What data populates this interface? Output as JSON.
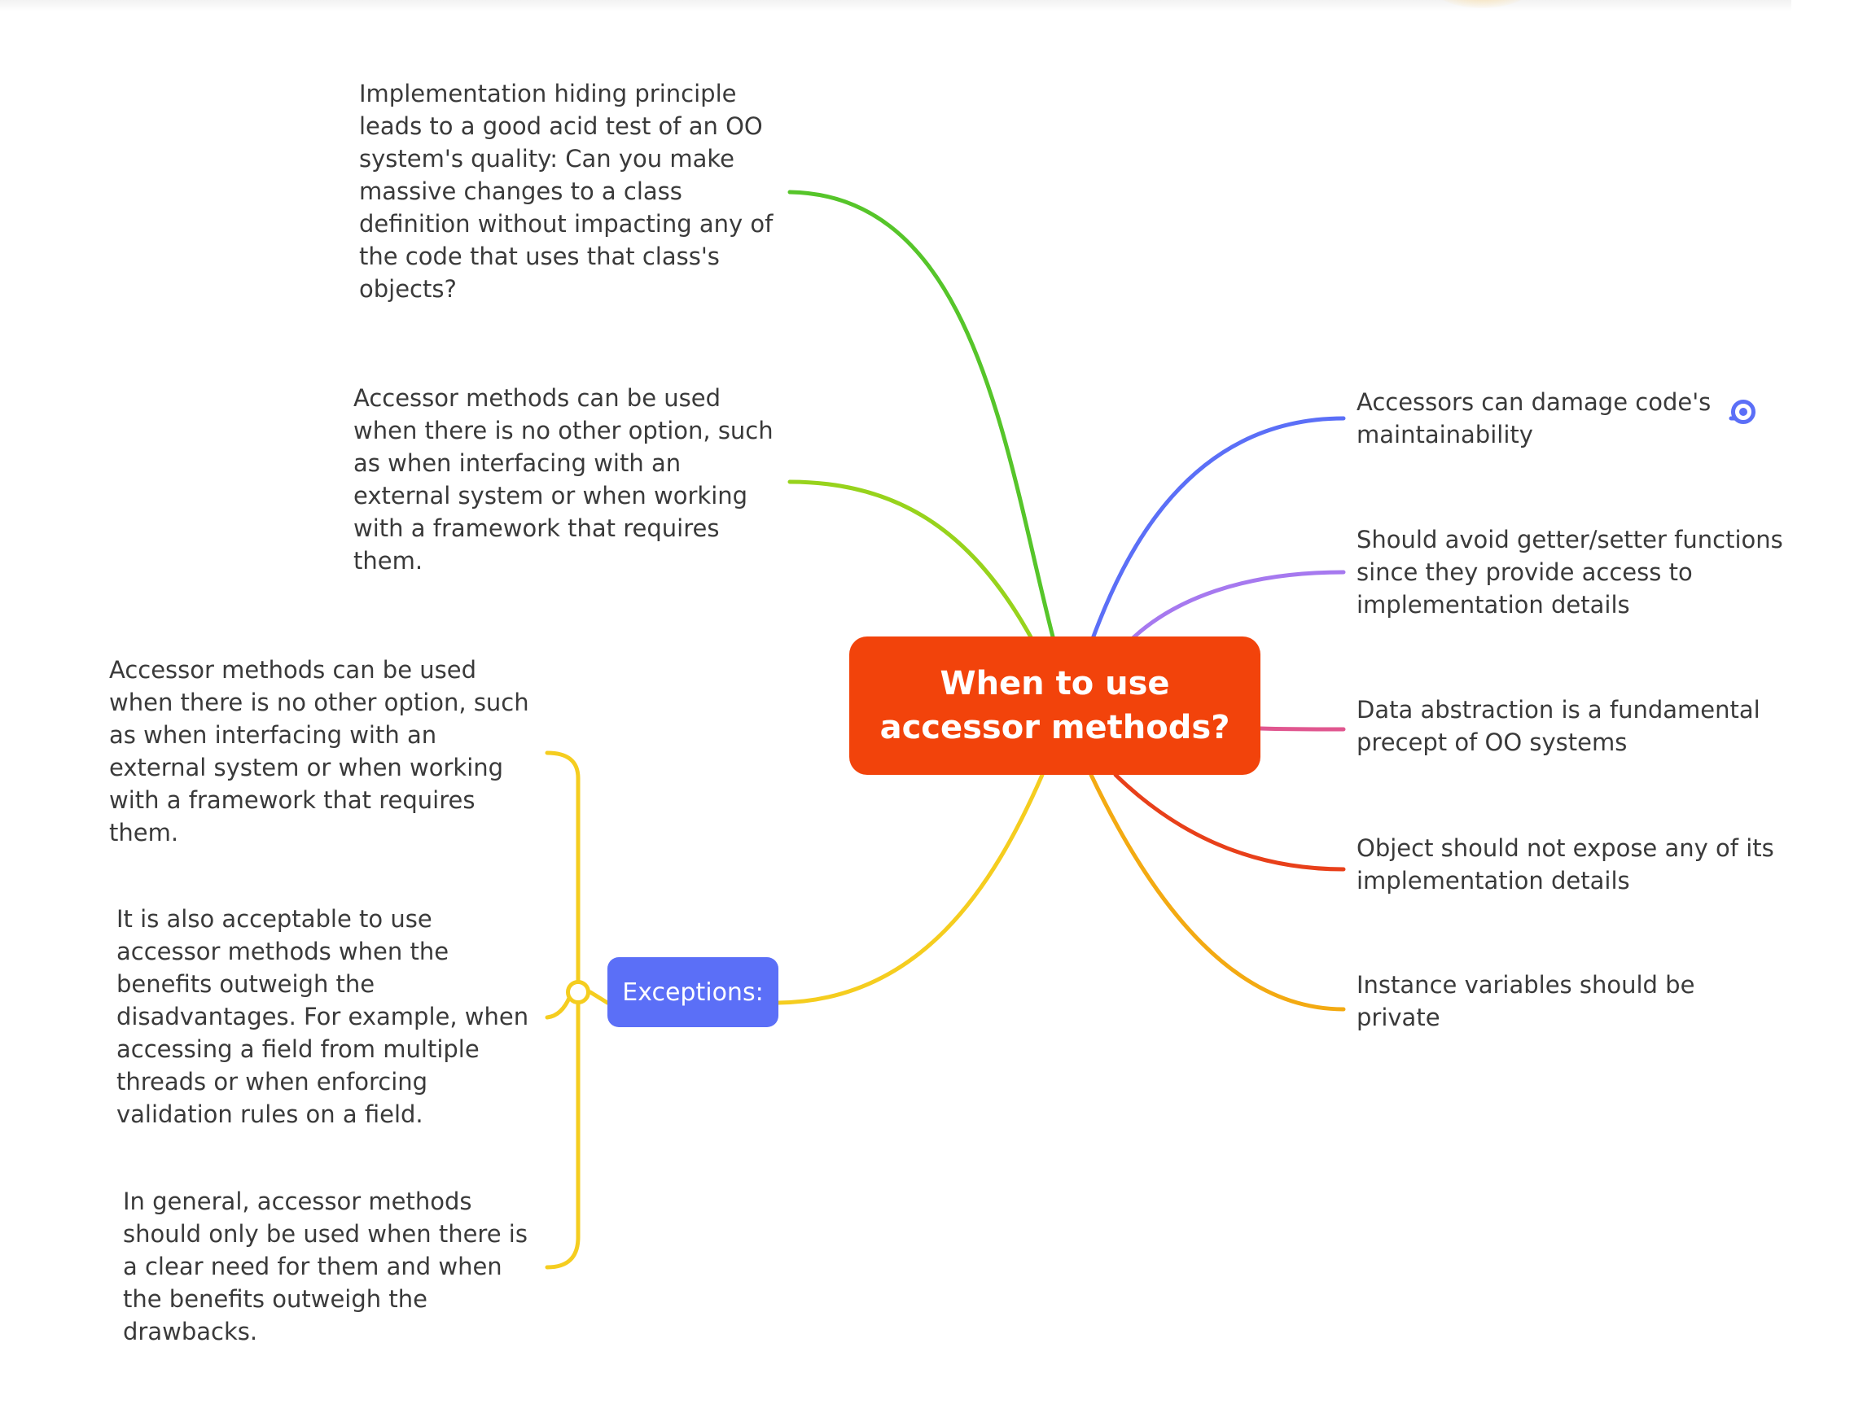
{
  "central": {
    "title": "When to use accessor methods?",
    "color": "#f2430b"
  },
  "left_branches": [
    {
      "text": "Implementation hiding principle leads to a good acid test of an OO system's quality: Can you make massive changes to a class definition without impacting any of the code that uses that class's objects?",
      "color": "#56c52a"
    },
    {
      "text": "Accessor methods can be used when there is no other option, such as when interfacing with an external system or when working with a framework that requires them.",
      "color": "#97d31c"
    }
  ],
  "exceptions": {
    "label": "Exceptions:",
    "color": "#5b6ff7",
    "branch_color": "#f5cd1f",
    "children": [
      {
        "text": "Accessor methods can be used when there is no other option, such as when interfacing with an external system or when working with a framework that requires them."
      },
      {
        "text": "It is also acceptable to use accessor methods when the benefits outweigh the disadvantages. For example, when accessing a field from multiple threads or when enforcing validation rules on a field."
      },
      {
        "text": "In general, accessor methods should only be used when there is a clear need for them and when the benefits outweigh the drawbacks."
      }
    ]
  },
  "right_branches": [
    {
      "text": "Accessors can damage code's maintainability",
      "color": "#5b6ff7",
      "collapsed_handle": true
    },
    {
      "text": "Should avoid getter/setter functions since they provide access to implementation details",
      "color": "#a679ef"
    },
    {
      "text": "Data abstraction is a fundamental precept of OO systems",
      "color": "#e0568f"
    },
    {
      "text": "Object should not expose any of its implementation details",
      "color": "#e8401a"
    },
    {
      "text": "Instance variables should be private",
      "color": "#f3aa12"
    }
  ],
  "icons": {
    "collapse_handle": "target-circle-icon",
    "joint": "branch-joint-icon"
  }
}
